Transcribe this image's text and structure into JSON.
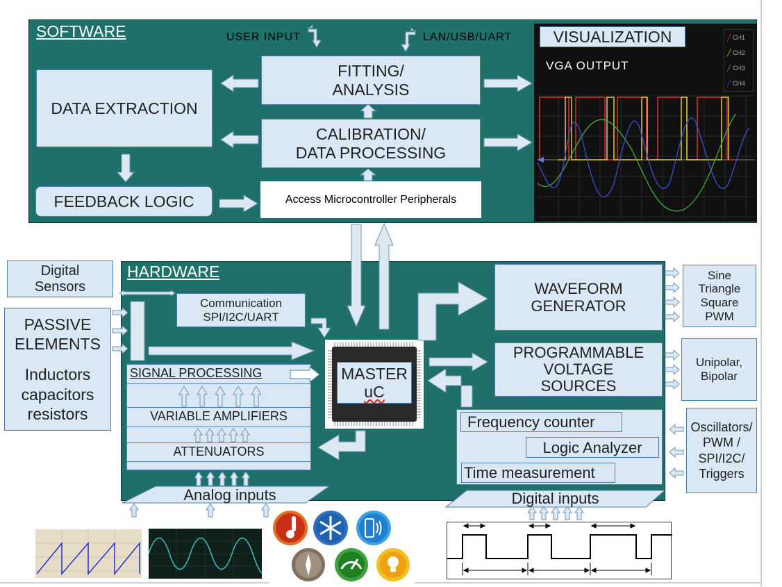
{
  "software": {
    "title": "SOFTWARE",
    "user_input": "USER INPUT",
    "lan_usb_uart": "LAN/USB/UART",
    "fitting_line1": "FITTING/",
    "fitting_line2": "ANALYSIS",
    "calibration_line1": "CALIBRATION/",
    "calibration_line2": "DATA PROCESSING",
    "data_extraction": "DATA EXTRACTION",
    "feedback_logic": "FEEDBACK LOGIC",
    "access_peripherals": "Access Microcontroller Peripherals",
    "visualization": "VISUALIZATION",
    "vga_output": "VGA OUTPUT",
    "channels": [
      "CH1",
      "CH2",
      "CH3",
      "CH4"
    ]
  },
  "hardware": {
    "title": "HARDWARE",
    "digital_sensors_line1": "Digital",
    "digital_sensors_line2": "Sensors",
    "passive_line1": "PASSIVE",
    "passive_line2": "ELEMENTS",
    "passive_item1": "Inductors",
    "passive_item2": "capacitors",
    "passive_item3": "resistors",
    "comm_line1": "Communication",
    "comm_line2": "SPI/I2C/UART",
    "signal_processing": "SIGNAL PROCESSING",
    "variable_amplifiers": "VARIABLE  AMPLIFIERS",
    "attenuators": "ATTENUATORS",
    "master_line1": "MASTER",
    "master_line2": "uC",
    "waveform_line1": "WAVEFORM",
    "waveform_line2": "GENERATOR",
    "waveform_outputs": [
      "Sine",
      "Triangle",
      "Square",
      "PWM"
    ],
    "prog_line1": "PROGRAMMABLE",
    "prog_line2": "VOLTAGE",
    "prog_line3": "SOURCES",
    "prog_outputs_line1": "Unipolar,",
    "prog_outputs_line2": "Bipolar",
    "frequency_counter": "Frequency counter",
    "logic_analyzer": "Logic Analyzer",
    "time_measurement": "Time measurement",
    "digital_side_inputs": [
      "Oscillators/",
      "PWM /",
      "SPI/I2C/",
      "Triggers"
    ],
    "analog_inputs": "Analog inputs",
    "digital_inputs": "Digital inputs"
  },
  "colors": {
    "panel": "#1f6f6a",
    "box_fill": "#d9e8f4",
    "box_border": "#4e7fa8",
    "arrow_fill": "#dce9f3",
    "scope_bg": "#101010",
    "ch1": "#e03030",
    "ch2": "#d8d030",
    "ch3": "#40b040",
    "ch4": "#4050d0"
  },
  "icons": [
    "thermometer-icon",
    "snowflake-icon",
    "wireless-icon",
    "compass-icon",
    "gauge-icon",
    "lightbulb-icon"
  ]
}
